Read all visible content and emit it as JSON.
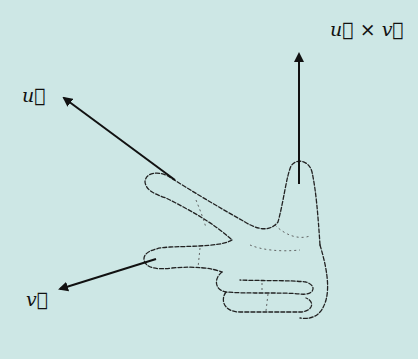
{
  "diagram": {
    "labels": [
      "u⃗",
      "v⃗",
      "u⃗ × v⃗"
    ]
  }
}
